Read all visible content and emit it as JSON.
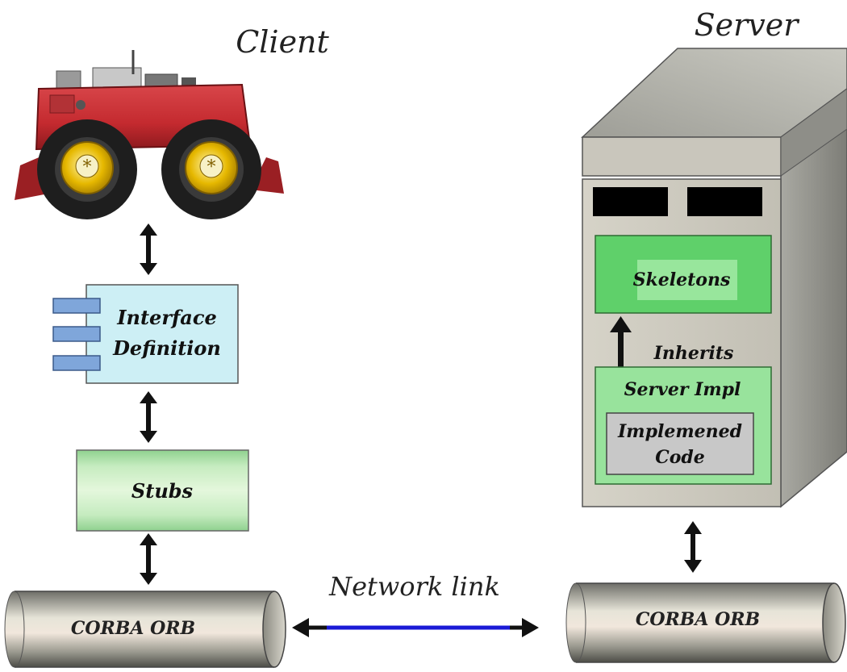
{
  "client": {
    "title": "Client"
  },
  "server": {
    "title": "Server"
  },
  "interface_definition": {
    "line1": "Interface",
    "line2": "Definition"
  },
  "stubs": {
    "label": "Stubs"
  },
  "skeletons": {
    "label": "Skeletons"
  },
  "inherits": {
    "label": "Inherits"
  },
  "server_impl": {
    "label": "Server Impl"
  },
  "implemented_code": {
    "line1": "Implemened",
    "line2": "Code"
  },
  "orb_client": {
    "label": "CORBA ORB"
  },
  "orb_server": {
    "label": "CORBA ORB"
  },
  "network": {
    "label": "Network link",
    "line_color": "#1a1ad6"
  },
  "colors": {
    "robot_body": "#c42a2f",
    "wheel_hub": "#e6b800",
    "interface_fill": "#cdeff5",
    "interface_ports": "#7fa6da",
    "stubs_fill": "#b8e6b8",
    "skeleton_fill": "#5fd06a",
    "server_box": "#c9c6bc",
    "impl_code_fill": "#c8c8c8"
  }
}
